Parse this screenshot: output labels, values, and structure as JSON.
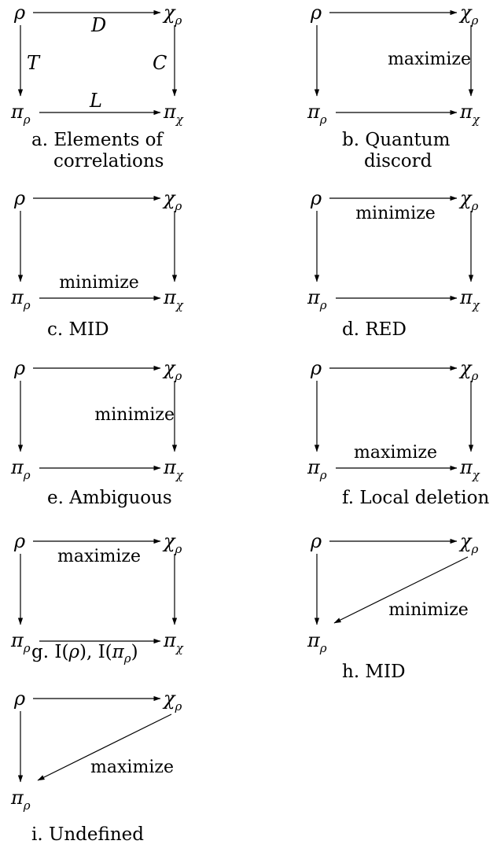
{
  "symbols": {
    "rho": "ρ",
    "chi": "χ",
    "pi": "π",
    "sub_rho": "ρ",
    "sub_chi": "χ"
  },
  "panels": [
    {
      "id": "a",
      "caption": [
        "a. Elements of",
        "correlations"
      ],
      "top_label": "D",
      "left_label": "T",
      "right_label": "C",
      "bottom_label": "L",
      "diag_label": ""
    },
    {
      "id": "b",
      "caption": [
        "b. Quantum",
        "discord"
      ],
      "top_label": "",
      "left_label": "",
      "right_label": "maximize",
      "bottom_label": "",
      "diag_label": ""
    },
    {
      "id": "c",
      "caption": [
        "c. MID"
      ],
      "top_label": "",
      "left_label": "",
      "right_label": "",
      "bottom_label": "minimize",
      "diag_label": ""
    },
    {
      "id": "d",
      "caption": [
        "d. RED"
      ],
      "top_label": "minimize",
      "left_label": "",
      "right_label": "",
      "bottom_label": "",
      "diag_label": ""
    },
    {
      "id": "e",
      "caption": [
        "e. Ambiguous"
      ],
      "top_label": "",
      "left_label": "",
      "right_label": "minimize",
      "bottom_label": "",
      "diag_label": ""
    },
    {
      "id": "f",
      "caption": [
        "f. Local deletion"
      ],
      "top_label": "",
      "left_label": "",
      "right_label": "",
      "bottom_label": "maximize",
      "diag_label": ""
    },
    {
      "id": "g",
      "caption": [
        "g. I(ρ), I(π_ρ)"
      ],
      "top_label": "maximize",
      "left_label": "",
      "right_label": "",
      "bottom_label": "",
      "diag_label": ""
    },
    {
      "id": "h",
      "caption": [
        "h. MID"
      ],
      "top_label": "",
      "left_label": "",
      "right_label": "",
      "bottom_label": "",
      "diag_label": "minimize"
    },
    {
      "id": "i",
      "caption": [
        "i. Undefined"
      ],
      "top_label": "",
      "left_label": "",
      "right_label": "",
      "bottom_label": "",
      "diag_label": "maximize"
    }
  ]
}
